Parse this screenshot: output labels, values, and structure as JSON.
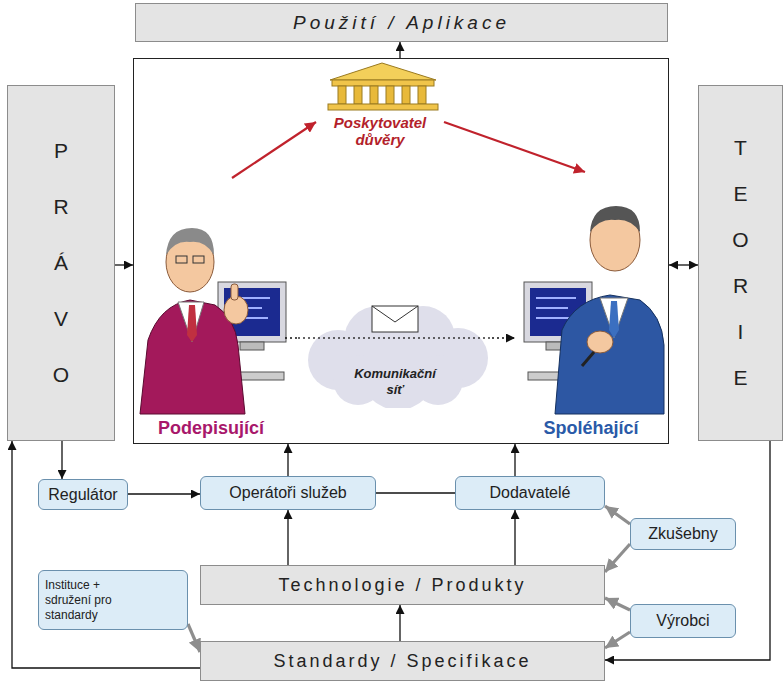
{
  "diagram": {
    "nodes": [
      {
        "text": [
          "Použití / Aplikace"
        ]
      },
      {
        "text": [
          "PRÁVO"
        ]
      },
      {
        "text": []
      },
      {
        "text": [
          "Poskytovatel důvěry"
        ],
        "in": 2
      },
      {
        "text": [
          "Podepisující"
        ],
        "in": 2
      },
      {
        "text": [
          "Komunikační síť"
        ],
        "in": 2
      },
      {
        "text": [
          "Spoléhající"
        ],
        "in": 2
      },
      {
        "text": [
          "TEORIE"
        ]
      },
      {
        "text": [
          "Regulátor"
        ]
      },
      {
        "text": [
          "Operátoři služeb"
        ]
      },
      {
        "text": [
          "Dodavatelé"
        ]
      },
      {
        "text": [
          "Zkušebny"
        ]
      },
      {
        "text": [
          "Instituce + sdružení pro standardy"
        ]
      },
      {
        "text": [
          "Technologie / Produkty"
        ]
      },
      {
        "text": [
          "Výrobci"
        ]
      },
      {
        "text": [
          "Standardy / Specifikace"
        ]
      }
    ],
    "edges": [
      {
        "from": 2,
        "to": 0,
        "arrow": "to"
      },
      {
        "from": 1,
        "to": 2,
        "arrow": "to"
      },
      {
        "from": 2,
        "to": 7,
        "arrow": "both"
      },
      {
        "from": 4,
        "to": 3,
        "arrow": "to"
      },
      {
        "from": 3,
        "to": 6,
        "arrow": "to"
      },
      {
        "from": 4,
        "to": 5,
        "arrow": "none"
      },
      {
        "from": 5,
        "to": 6,
        "arrow": "to"
      },
      {
        "from": 1,
        "to": 8,
        "arrow": "to"
      },
      {
        "from": 8,
        "to": 9,
        "arrow": "to"
      },
      {
        "from": 9,
        "to": 10,
        "arrow": "none"
      },
      {
        "from": 9,
        "to": 2,
        "arrow": "to"
      },
      {
        "from": 10,
        "to": 2,
        "arrow": "to"
      },
      {
        "from": 11,
        "to": 10,
        "arrow": "to"
      },
      {
        "from": 11,
        "to": 13,
        "arrow": "to"
      },
      {
        "from": 13,
        "to": 9,
        "arrow": "to"
      },
      {
        "from": 13,
        "to": 10,
        "arrow": "to"
      },
      {
        "from": 14,
        "to": 13,
        "arrow": "to"
      },
      {
        "from": 14,
        "to": 15,
        "arrow": "to"
      },
      {
        "from": 12,
        "to": 15,
        "arrow": "to"
      },
      {
        "from": 15,
        "to": 13,
        "arrow": "to"
      },
      {
        "from": 15,
        "to": 1,
        "arrow": "to"
      },
      {
        "from": 7,
        "to": 15,
        "arrow": "to"
      }
    ]
  }
}
